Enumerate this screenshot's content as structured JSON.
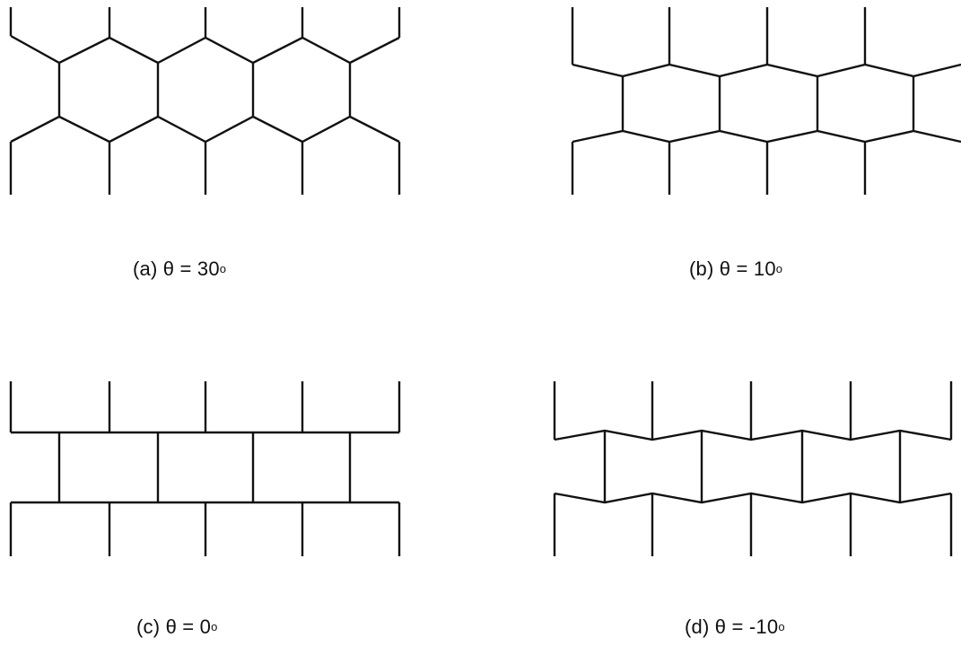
{
  "panels": [
    {
      "id": "a",
      "caption": "(a) θ = 30",
      "degree_mark": "o",
      "theta_deg": 30
    },
    {
      "id": "b",
      "caption": "(b) θ = 10",
      "degree_mark": "o",
      "theta_deg": 10
    },
    {
      "id": "c",
      "caption": "(c) θ = 0",
      "degree_mark": "o",
      "theta_deg": 0
    },
    {
      "id": "d",
      "caption": "(d) θ = -10",
      "degree_mark": "o",
      "theta_deg": -10
    }
  ]
}
